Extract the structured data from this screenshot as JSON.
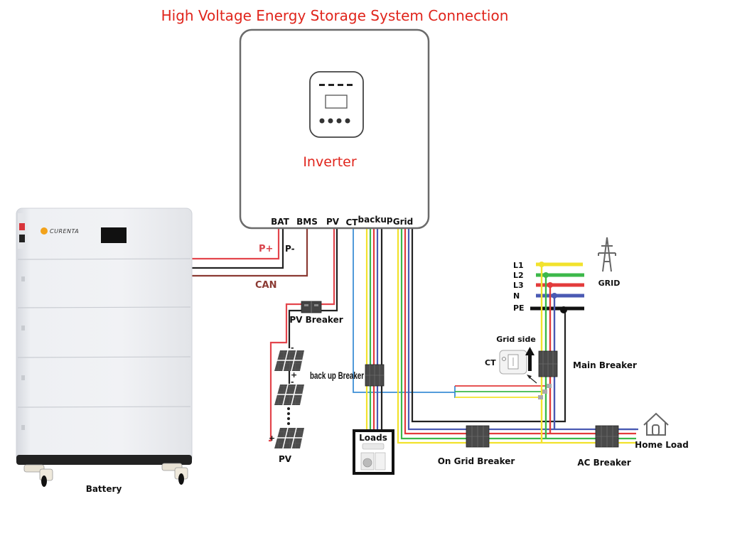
{
  "title": "High Voltage Energy Storage System Connection",
  "inverter": {
    "label": "Inverter",
    "ports": {
      "bat": "BAT",
      "bms": "BMS",
      "pv": "PV",
      "ct": "CT",
      "backup": "backup",
      "grid": "Grid"
    }
  },
  "battery": {
    "label": "Battery",
    "brand": "CURENTA",
    "pos_label": "P+",
    "neg_label": "P-",
    "comm_label": "CAN"
  },
  "pv": {
    "breaker_label": "PV Breaker",
    "array_label": "PV",
    "plus": "+",
    "minus": "-"
  },
  "backup": {
    "breaker_label": "back up Breaker",
    "loads_label": "Loads"
  },
  "grid": {
    "label": "GRID",
    "lines": [
      {
        "name": "L1",
        "color": "#f2e22c"
      },
      {
        "name": "L2",
        "color": "#3cb84a"
      },
      {
        "name": "L3",
        "color": "#e33b3b"
      },
      {
        "name": "N",
        "color": "#4a5ab3"
      },
      {
        "name": "PE",
        "color": "#111111"
      }
    ],
    "ct_label": "CT",
    "grid_side_label": "Grid side",
    "main_breaker_label": "Main Breaker"
  },
  "distribution": {
    "on_grid_breaker_label": "On Grid Breaker",
    "ac_breaker_label": "AC Breaker",
    "home_load_label": "Home Load"
  },
  "colors": {
    "title": "#e0251c",
    "red_wire": "#e33b3b",
    "black_wire": "#222222",
    "brown_wire": "#8b3a33",
    "blue_wire": "#3d8fd6",
    "yellow_wire": "#f2e22c",
    "green_wire": "#3cb84a",
    "purple_wire": "#4a5ab3",
    "breaker": "#4a4a4a",
    "battery_body": "#e9ebef"
  }
}
